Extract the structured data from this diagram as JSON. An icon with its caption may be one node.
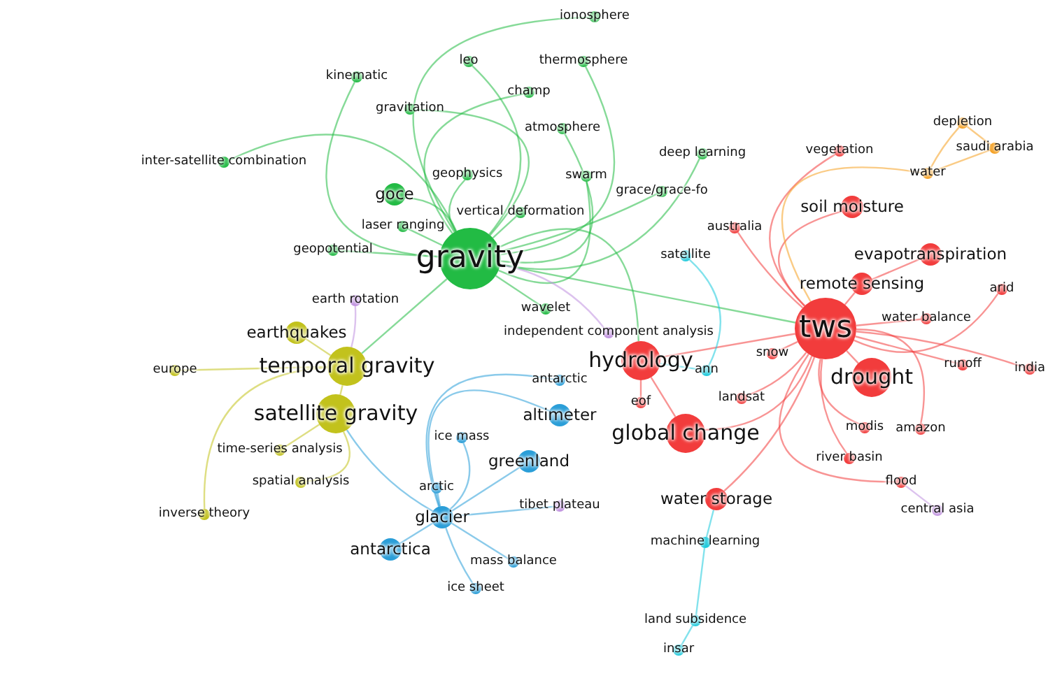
{
  "diagram": {
    "nodes": [
      {
        "text": [
          "ionosphere"
        ]
      },
      {
        "text": [
          "leo"
        ]
      },
      {
        "text": [
          "thermosphere"
        ]
      },
      {
        "text": [
          "kinematic"
        ]
      },
      {
        "text": [
          "champ"
        ]
      },
      {
        "text": [
          "gravitation"
        ]
      },
      {
        "text": [
          "atmosphere"
        ]
      },
      {
        "text": [
          "inter-satellite combination"
        ]
      },
      {
        "text": [
          "deep learning"
        ]
      },
      {
        "text": [
          "vegetation"
        ]
      },
      {
        "text": [
          "depletion"
        ]
      },
      {
        "text": [
          "saudi arabia"
        ]
      },
      {
        "text": [
          "water"
        ]
      },
      {
        "text": [
          "geophysics"
        ]
      },
      {
        "text": [
          "swarm"
        ]
      },
      {
        "text": [
          "goce"
        ]
      },
      {
        "text": [
          "grace/grace-fo"
        ]
      },
      {
        "text": [
          "australia"
        ]
      },
      {
        "text": [
          "soil moisture"
        ]
      },
      {
        "text": [
          "laser ranging"
        ]
      },
      {
        "text": [
          "vertical deformation"
        ]
      },
      {
        "text": [
          "geopotential"
        ]
      },
      {
        "text": [
          "gravity"
        ]
      },
      {
        "text": [
          "satellite"
        ]
      },
      {
        "text": [
          "evapotranspiration"
        ]
      },
      {
        "text": [
          "remote sensing"
        ]
      },
      {
        "text": [
          "earth rotation"
        ]
      },
      {
        "text": [
          "arid"
        ]
      },
      {
        "text": [
          "wavelet"
        ]
      },
      {
        "text": [
          "water balance"
        ]
      },
      {
        "text": [
          "earthquakes"
        ]
      },
      {
        "text": [
          "independent component analysis"
        ]
      },
      {
        "text": [
          "tws"
        ]
      },
      {
        "text": [
          "hydrology"
        ]
      },
      {
        "text": [
          "snow"
        ]
      },
      {
        "text": [
          "temporal gravity"
        ]
      },
      {
        "text": [
          "europe"
        ]
      },
      {
        "text": [
          "antarctic"
        ]
      },
      {
        "text": [
          "drought"
        ]
      },
      {
        "text": [
          "ann"
        ]
      },
      {
        "text": [
          "runoff"
        ]
      },
      {
        "text": [
          "india"
        ]
      },
      {
        "text": [
          "eof"
        ]
      },
      {
        "text": [
          "landsat"
        ]
      },
      {
        "text": [
          "altimeter"
        ]
      },
      {
        "text": [
          "satellite gravity"
        ]
      },
      {
        "text": [
          "global change"
        ]
      },
      {
        "text": [
          "modis"
        ]
      },
      {
        "text": [
          "amazon"
        ]
      },
      {
        "text": [
          "ice mass"
        ]
      },
      {
        "text": [
          "time-series analysis"
        ]
      },
      {
        "text": [
          "greenland"
        ]
      },
      {
        "text": [
          "river basin"
        ]
      },
      {
        "text": [
          "spatial analysis"
        ]
      },
      {
        "text": [
          "arctic"
        ]
      },
      {
        "text": [
          "flood"
        ]
      },
      {
        "text": [
          "tibet plateau"
        ]
      },
      {
        "text": [
          "glacier"
        ]
      },
      {
        "text": [
          "water storage"
        ]
      },
      {
        "text": [
          "inverse theory"
        ]
      },
      {
        "text": [
          "central asia"
        ]
      },
      {
        "text": [
          "antarctica"
        ]
      },
      {
        "text": [
          "machine learning"
        ]
      },
      {
        "text": [
          "mass balance"
        ]
      },
      {
        "text": [
          "ice sheet"
        ]
      },
      {
        "text": [
          "land subsidence"
        ]
      },
      {
        "text": [
          "insar"
        ]
      }
    ],
    "edges": [
      {
        "from": 22,
        "to": 0,
        "arrow": "none",
        "color": "#22bb44"
      },
      {
        "from": 22,
        "to": 1,
        "arrow": "none",
        "color": "#22bb44"
      },
      {
        "from": 22,
        "to": 2,
        "arrow": "none",
        "color": "#22bb44"
      },
      {
        "from": 22,
        "to": 3,
        "arrow": "none",
        "color": "#22bb44"
      },
      {
        "from": 22,
        "to": 4,
        "arrow": "none",
        "color": "#22bb44"
      },
      {
        "from": 22,
        "to": 5,
        "arrow": "none",
        "color": "#22bb44"
      },
      {
        "from": 22,
        "to": 6,
        "arrow": "none",
        "color": "#22bb44"
      },
      {
        "from": 22,
        "to": 7,
        "arrow": "none",
        "color": "#22bb44"
      },
      {
        "from": 22,
        "to": 8,
        "arrow": "none",
        "color": "#22bb44"
      },
      {
        "from": 22,
        "to": 13,
        "arrow": "none",
        "color": "#22bb44"
      },
      {
        "from": 22,
        "to": 14,
        "arrow": "none",
        "color": "#22bb44"
      },
      {
        "from": 22,
        "to": 15,
        "arrow": "none",
        "color": "#22bb44"
      },
      {
        "from": 22,
        "to": 16,
        "arrow": "none",
        "color": "#22bb44"
      },
      {
        "from": 22,
        "to": 19,
        "arrow": "none",
        "color": "#22bb44"
      },
      {
        "from": 22,
        "to": 20,
        "arrow": "none",
        "color": "#22bb44"
      },
      {
        "from": 22,
        "to": 21,
        "arrow": "none",
        "color": "#22bb44"
      },
      {
        "from": 22,
        "to": 28,
        "arrow": "none",
        "color": "#22bb44"
      },
      {
        "from": 22,
        "to": 32,
        "arrow": "none",
        "color": "#22bb44"
      },
      {
        "from": 22,
        "to": 35,
        "arrow": "none",
        "color": "#22bb44"
      },
      {
        "from": 22,
        "to": 33,
        "arrow": "none",
        "color": "#22bb44"
      },
      {
        "from": 32,
        "to": 9,
        "arrow": "none",
        "color": "#f23c3c"
      },
      {
        "from": 32,
        "to": 17,
        "arrow": "none",
        "color": "#f23c3c"
      },
      {
        "from": 32,
        "to": 18,
        "arrow": "none",
        "color": "#f23c3c"
      },
      {
        "from": 25,
        "to": 24,
        "arrow": "none",
        "color": "#f23c3c"
      },
      {
        "from": 32,
        "to": 25,
        "arrow": "none",
        "color": "#f23c3c"
      },
      {
        "from": 32,
        "to": 27,
        "arrow": "none",
        "color": "#f23c3c"
      },
      {
        "from": 32,
        "to": 29,
        "arrow": "none",
        "color": "#f23c3c"
      },
      {
        "from": 32,
        "to": 33,
        "arrow": "none",
        "color": "#f23c3c"
      },
      {
        "from": 32,
        "to": 34,
        "arrow": "none",
        "color": "#f23c3c"
      },
      {
        "from": 32,
        "to": 38,
        "arrow": "none",
        "color": "#f23c3c"
      },
      {
        "from": 32,
        "to": 40,
        "arrow": "none",
        "color": "#f23c3c"
      },
      {
        "from": 32,
        "to": 41,
        "arrow": "none",
        "color": "#f23c3c"
      },
      {
        "from": 33,
        "to": 42,
        "arrow": "none",
        "color": "#f23c3c"
      },
      {
        "from": 32,
        "to": 43,
        "arrow": "none",
        "color": "#f23c3c"
      },
      {
        "from": 32,
        "to": 46,
        "arrow": "none",
        "color": "#f23c3c"
      },
      {
        "from": 32,
        "to": 47,
        "arrow": "none",
        "color": "#f23c3c"
      },
      {
        "from": 32,
        "to": 48,
        "arrow": "none",
        "color": "#f23c3c"
      },
      {
        "from": 32,
        "to": 52,
        "arrow": "none",
        "color": "#f23c3c"
      },
      {
        "from": 32,
        "to": 55,
        "arrow": "none",
        "color": "#f23c3c"
      },
      {
        "from": 32,
        "to": 58,
        "arrow": "none",
        "color": "#f23c3c"
      },
      {
        "from": 32,
        "to": 12,
        "arrow": "none",
        "color": "#f5a020"
      },
      {
        "from": 12,
        "to": 10,
        "arrow": "none",
        "color": "#f5a020"
      },
      {
        "from": 12,
        "to": 11,
        "arrow": "none",
        "color": "#f5a020"
      },
      {
        "from": 10,
        "to": 11,
        "arrow": "none",
        "color": "#f5a020"
      },
      {
        "from": 35,
        "to": 30,
        "arrow": "none",
        "color": "#c2c21c"
      },
      {
        "from": 35,
        "to": 36,
        "arrow": "none",
        "color": "#c2c21c"
      },
      {
        "from": 35,
        "to": 45,
        "arrow": "none",
        "color": "#c2c21c"
      },
      {
        "from": 45,
        "to": 50,
        "arrow": "none",
        "color": "#c2c21c"
      },
      {
        "from": 45,
        "to": 53,
        "arrow": "none",
        "color": "#c2c21c"
      },
      {
        "from": 35,
        "to": 59,
        "arrow": "none",
        "color": "#c2c21c"
      },
      {
        "from": 35,
        "to": 26,
        "arrow": "none",
        "color": "#c090e0"
      },
      {
        "from": 57,
        "to": 37,
        "arrow": "none",
        "color": "#2a9ed8"
      },
      {
        "from": 57,
        "to": 44,
        "arrow": "none",
        "color": "#2a9ed8"
      },
      {
        "from": 57,
        "to": 49,
        "arrow": "none",
        "color": "#2a9ed8"
      },
      {
        "from": 57,
        "to": 51,
        "arrow": "none",
        "color": "#2a9ed8"
      },
      {
        "from": 57,
        "to": 54,
        "arrow": "none",
        "color": "#2a9ed8"
      },
      {
        "from": 57,
        "to": 56,
        "arrow": "none",
        "color": "#2a9ed8"
      },
      {
        "from": 57,
        "to": 61,
        "arrow": "none",
        "color": "#2a9ed8"
      },
      {
        "from": 57,
        "to": 63,
        "arrow": "none",
        "color": "#2a9ed8"
      },
      {
        "from": 57,
        "to": 64,
        "arrow": "none",
        "color": "#2a9ed8"
      },
      {
        "from": 57,
        "to": 45,
        "arrow": "none",
        "color": "#2a9ed8"
      },
      {
        "from": 22,
        "to": 31,
        "arrow": "none",
        "color": "#c090e0"
      },
      {
        "from": 55,
        "to": 60,
        "arrow": "none",
        "color": "#c090e0"
      },
      {
        "from": 46,
        "to": 33,
        "arrow": "none",
        "color": "#f23c3c"
      },
      {
        "from": 58,
        "to": 62,
        "arrow": "none",
        "color": "#1ccadc"
      },
      {
        "from": 39,
        "to": 23,
        "arrow": "none",
        "color": "#1ccadc"
      },
      {
        "from": 33,
        "to": 39,
        "arrow": "none",
        "color": "#1ccadc"
      },
      {
        "from": 62,
        "to": 65,
        "arrow": "none",
        "color": "#1ccadc"
      },
      {
        "from": 65,
        "to": 66,
        "arrow": "none",
        "color": "#1ccadc"
      }
    ]
  }
}
